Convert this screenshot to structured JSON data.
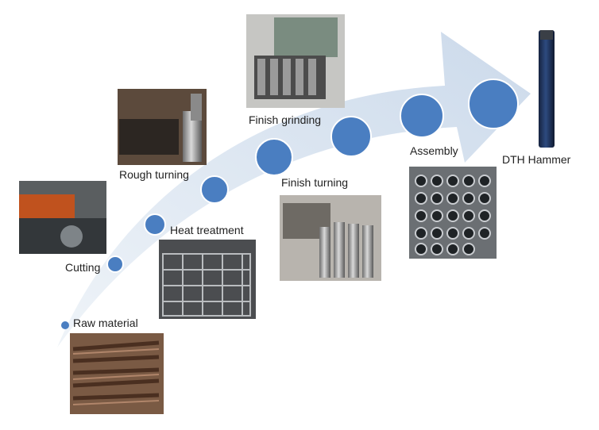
{
  "steps": [
    {
      "id": "raw-material",
      "label": "Raw  material"
    },
    {
      "id": "cutting",
      "label": "Cutting"
    },
    {
      "id": "heat-treatment",
      "label": "Heat treatment"
    },
    {
      "id": "rough-turning",
      "label": "Rough turning"
    },
    {
      "id": "finish-turning",
      "label": "Finish turning"
    },
    {
      "id": "finish-grinding",
      "label": "Finish grinding"
    },
    {
      "id": "assembly",
      "label": "Assembly"
    }
  ],
  "product": {
    "label": "DTH Hammer"
  },
  "colors": {
    "arrow": "#d6e2ef",
    "dot": "#4a7ec1",
    "dot_stroke": "#ffffff"
  },
  "photos": [
    "raw-material",
    "cutting",
    "heat-treatment",
    "rough-turning",
    "finish-turning",
    "finish-grinding",
    "assembly"
  ]
}
